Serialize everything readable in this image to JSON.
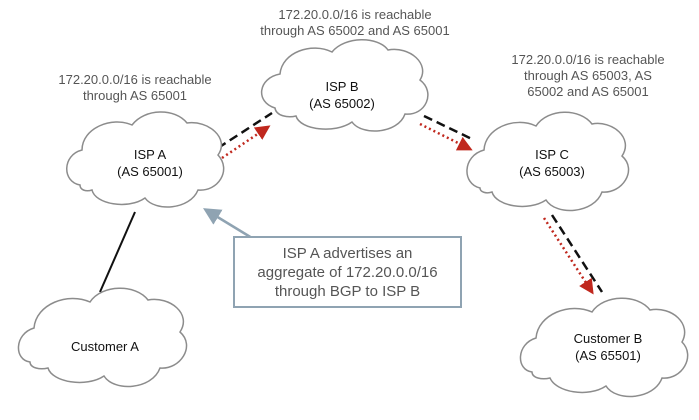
{
  "nodes": {
    "isp_a": {
      "name": "ISP A",
      "as": "(AS 65001)"
    },
    "isp_b": {
      "name": "ISP B",
      "as": "(AS 65002)"
    },
    "isp_c": {
      "name": "ISP C",
      "as": "(AS 65003)"
    },
    "customer_a": {
      "name": "Customer A"
    },
    "customer_b": {
      "name": "Customer B",
      "as": "(AS 65501)"
    }
  },
  "annotations": {
    "isp_a_reach": [
      "172.20.0.0/16 is reachable",
      "through AS 65001"
    ],
    "isp_b_reach": [
      "172.20.0.0/16 is reachable",
      "through AS 65002 and AS 65001"
    ],
    "isp_c_reach": [
      "172.20.0.0/16 is reachable",
      "through AS 65003, AS",
      "65002 and AS 65001"
    ]
  },
  "callout": [
    "ISP A advertises an",
    "aggregate of 172.20.0.0/16",
    "through BGP to ISP B"
  ],
  "colors": {
    "cloud_stroke": "#8c8c8c",
    "link": "#111111",
    "advertisement_arrow": "#c0281e",
    "callout_border": "#8fa3b2",
    "callout_arrow": "#8fa3b2",
    "label_text": "#555555"
  }
}
